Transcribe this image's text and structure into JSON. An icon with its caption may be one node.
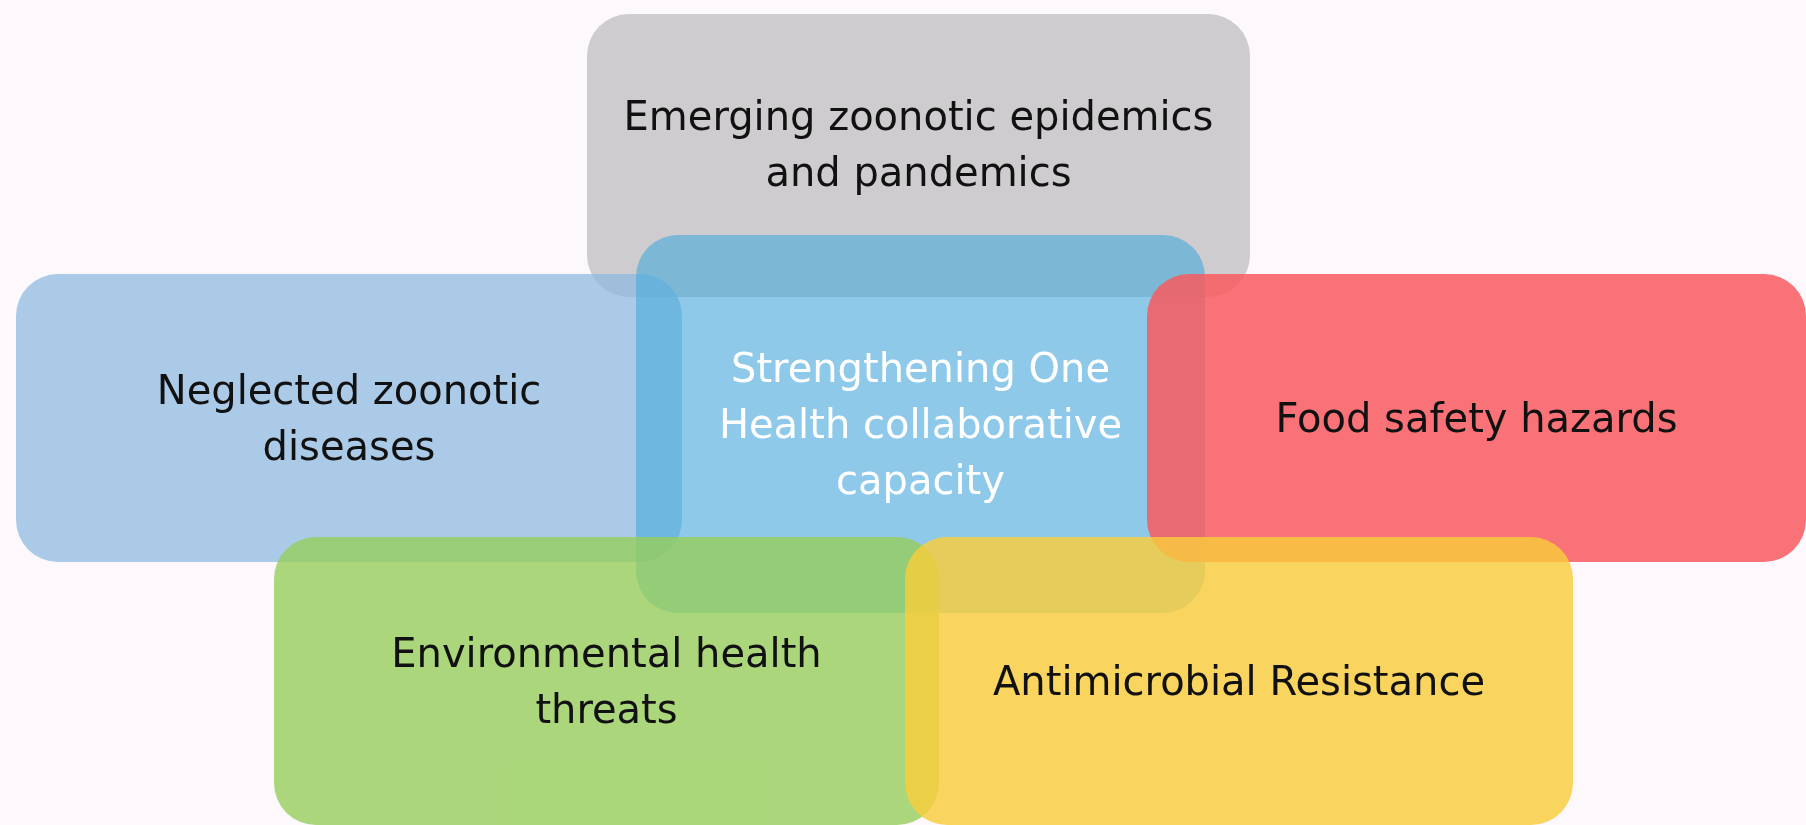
{
  "diagram": {
    "nodes": [
      {
        "text": [
          "Emerging zoonotic epidemics and pandemics"
        ]
      },
      {
        "text": [
          "Neglected zoonotic diseases"
        ]
      },
      {
        "text": [
          "Strengthening One Health collaborative capacity"
        ]
      },
      {
        "text": [
          "Food safety hazards"
        ]
      },
      {
        "text": [
          "Environmental health threats"
        ]
      },
      {
        "text": [
          "Antimicrobial Resistance"
        ]
      }
    ]
  }
}
